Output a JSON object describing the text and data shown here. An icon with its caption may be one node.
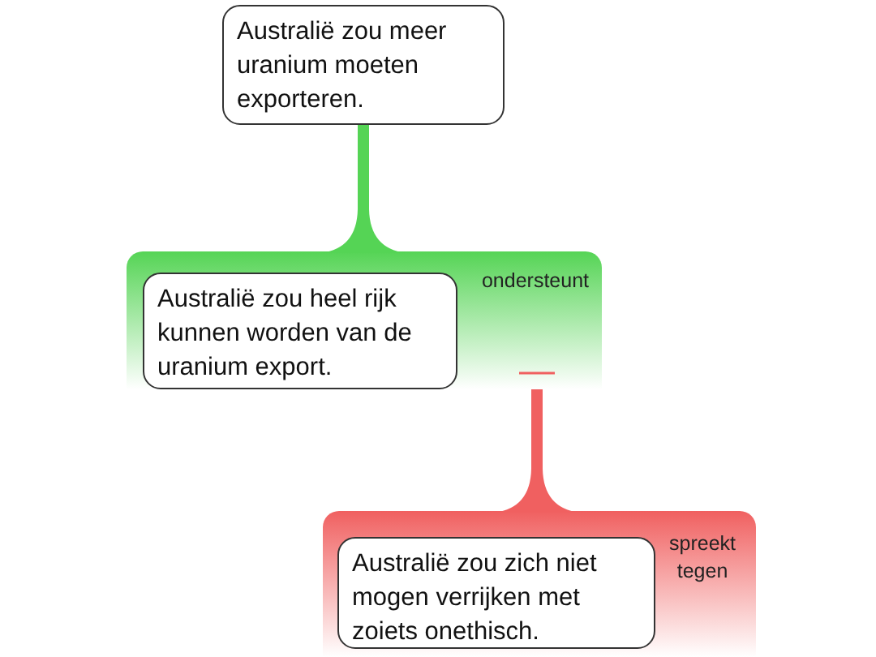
{
  "diagram": {
    "nodes": [
      {
        "text": [
          "Australië zou meer uranium moeten exporteren."
        ]
      },
      {
        "text": [
          "ondersteunt"
        ]
      },
      {
        "text": [
          "Australië zou heel rijk kunnen worden van de uranium export."
        ],
        "in": 1
      },
      {
        "text": [
          "spreekt tegen"
        ]
      },
      {
        "text": [
          "Australië zou zich niet mogen verrijken met zoiets onethisch."
        ],
        "in": 3
      }
    ],
    "edges": [
      {
        "from": 1,
        "to": 0,
        "arrow": "none",
        "color": "#55d455"
      },
      {
        "from": 3,
        "to": 1,
        "arrow": "other",
        "color": "#f06060"
      }
    ]
  }
}
